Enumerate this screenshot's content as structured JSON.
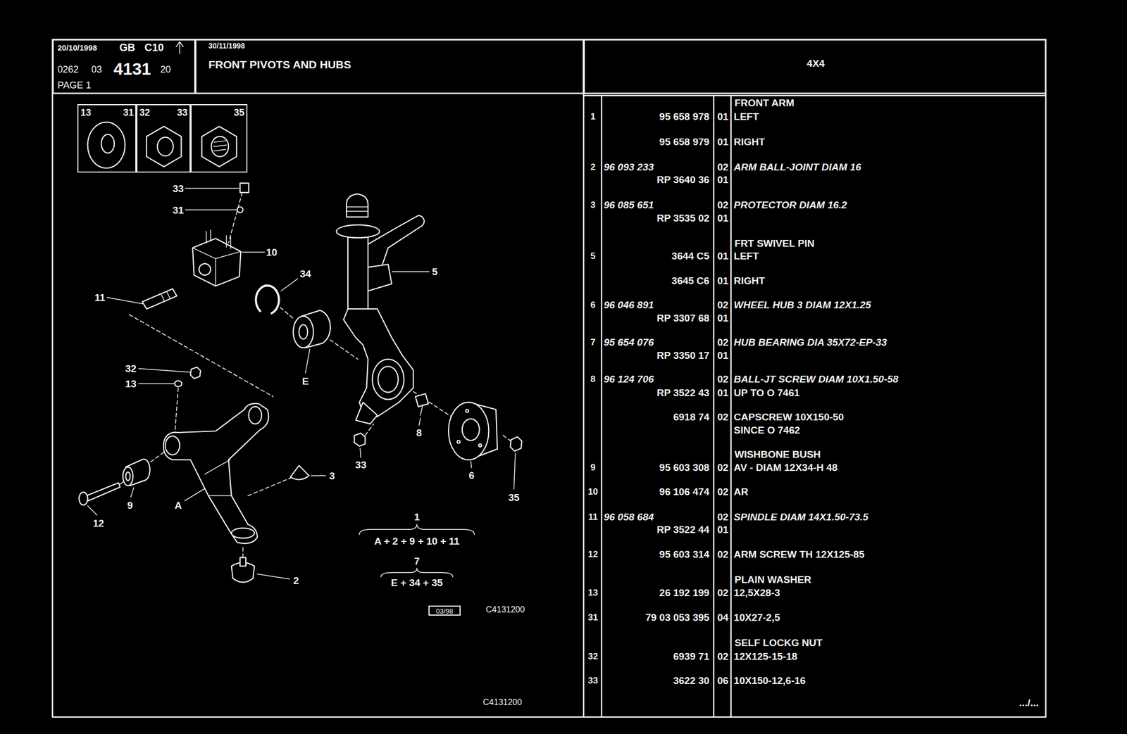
{
  "diagram": {
    "nodes": [
      {
        "text": [
          "20/10/1998",
          "GB",
          "C10",
          "0262",
          "03",
          "4131",
          "20",
          "PAGE 1"
        ]
      },
      {
        "text": [
          "30/11/1998",
          "FRONT PIVOTS AND HUBS"
        ]
      },
      {
        "text": [
          "4X4"
        ]
      },
      {
        "text": [
          "13",
          "31"
        ]
      },
      {
        "text": [
          "32",
          "33"
        ]
      },
      {
        "text": [
          "35"
        ]
      },
      {
        "text": [
          "03/98"
        ]
      }
    ],
    "labels": [
      "33",
      "31",
      "10",
      "34",
      "5",
      "11",
      "32",
      "13",
      "E",
      "33",
      "8",
      "6",
      "35",
      "3",
      "9",
      "12",
      "A",
      "2",
      "1",
      "A + 2 + 9 + 10 + 11",
      "7",
      "E + 34 + 35",
      "C4131200",
      "C4131200",
      "FRONT ARM",
      "1",
      "95 658 978",
      "01",
      "LEFT",
      "95 658 979",
      "01",
      "RIGHT",
      "2",
      "96 093 233",
      "02",
      "ARM BALL-JOINT DIAM 16",
      "RP 3640 36",
      "01",
      "3",
      "96 085 651",
      "02",
      "PROTECTOR DIAM 16.2",
      "RP 3535 02",
      "01",
      "FRT SWIVEL PIN",
      "5",
      "3644 C5",
      "01",
      "LEFT",
      "3645 C6",
      "01",
      "RIGHT",
      "6",
      "96 046 891",
      "02",
      "WHEEL HUB 3 DIAM 12X1.25",
      "RP 3307 68",
      "01",
      "7",
      "95 654 076",
      "02",
      "HUB BEARING DIA 35X72-EP-33",
      "RP 3350 17",
      "01",
      "8",
      "96 124 706",
      "02",
      "BALL-JT SCREW DIAM 10X1.50-58",
      "RP 3522 43",
      "01",
      "UP TO O 7461",
      "6918 74",
      "02",
      "CAPSCREW 10X150-50",
      "SINCE O 7462",
      "WISHBONE BUSH",
      "9",
      "95 603 308",
      "02",
      "AV - DIAM 12X34-H 48",
      "10",
      "96 106 474",
      "02",
      "AR",
      "11",
      "96 058 684",
      "02",
      "SPINDLE DIAM 14X1.50-73.5",
      "RP 3522 44",
      "01",
      "12",
      "95 603 314",
      "02",
      "ARM SCREW TH 12X125-85",
      "PLAIN WASHER",
      "13",
      "26 192 199",
      "02",
      "12,5X28-3",
      "31",
      "79 03 053 395",
      "04",
      "10X27-2,5",
      "SELF LOCKG NUT",
      "32",
      "6939 71",
      "02",
      "12X125-15-18",
      "33",
      "3622 30",
      "06",
      "10X150-12,6-16",
      ".../..."
    ]
  }
}
